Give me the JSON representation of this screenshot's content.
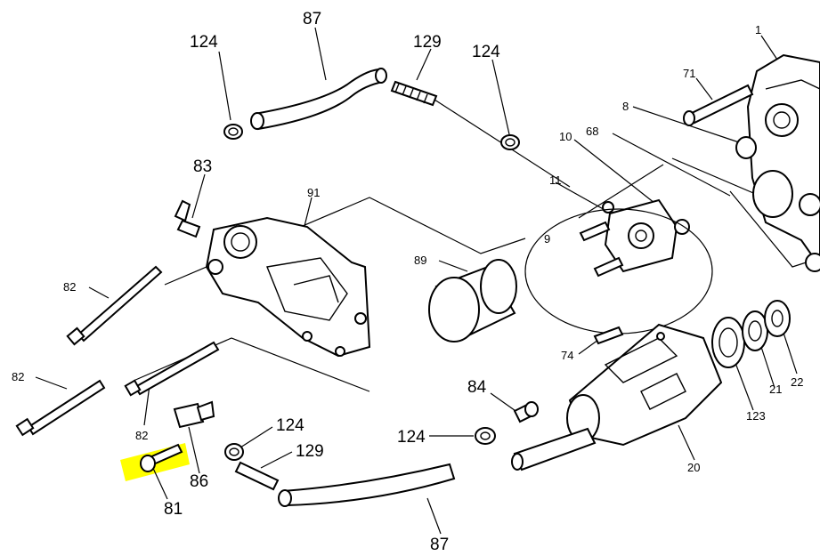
{
  "diagram": {
    "highlight_color": "#FFFF00",
    "highlighted_part": "81",
    "labels": {
      "l87_top": "87",
      "l124_top_left": "124",
      "l129_top": "129",
      "l124_top_mid": "124",
      "l1": "1",
      "l71": "71",
      "l8": "8",
      "l10": "10",
      "l68": "68",
      "l83": "83",
      "l91": "91",
      "l11": "11",
      "l9": "9",
      "l89": "89",
      "l82_a": "82",
      "l82_b": "82",
      "l82_c": "82",
      "l74": "74",
      "l84": "84",
      "l124_mid": "124",
      "l124_low": "124",
      "l129_low": "129",
      "l86": "86",
      "l81": "81",
      "l87_low": "87",
      "l20": "20",
      "l123": "123",
      "l21": "21",
      "l22": "22"
    }
  }
}
